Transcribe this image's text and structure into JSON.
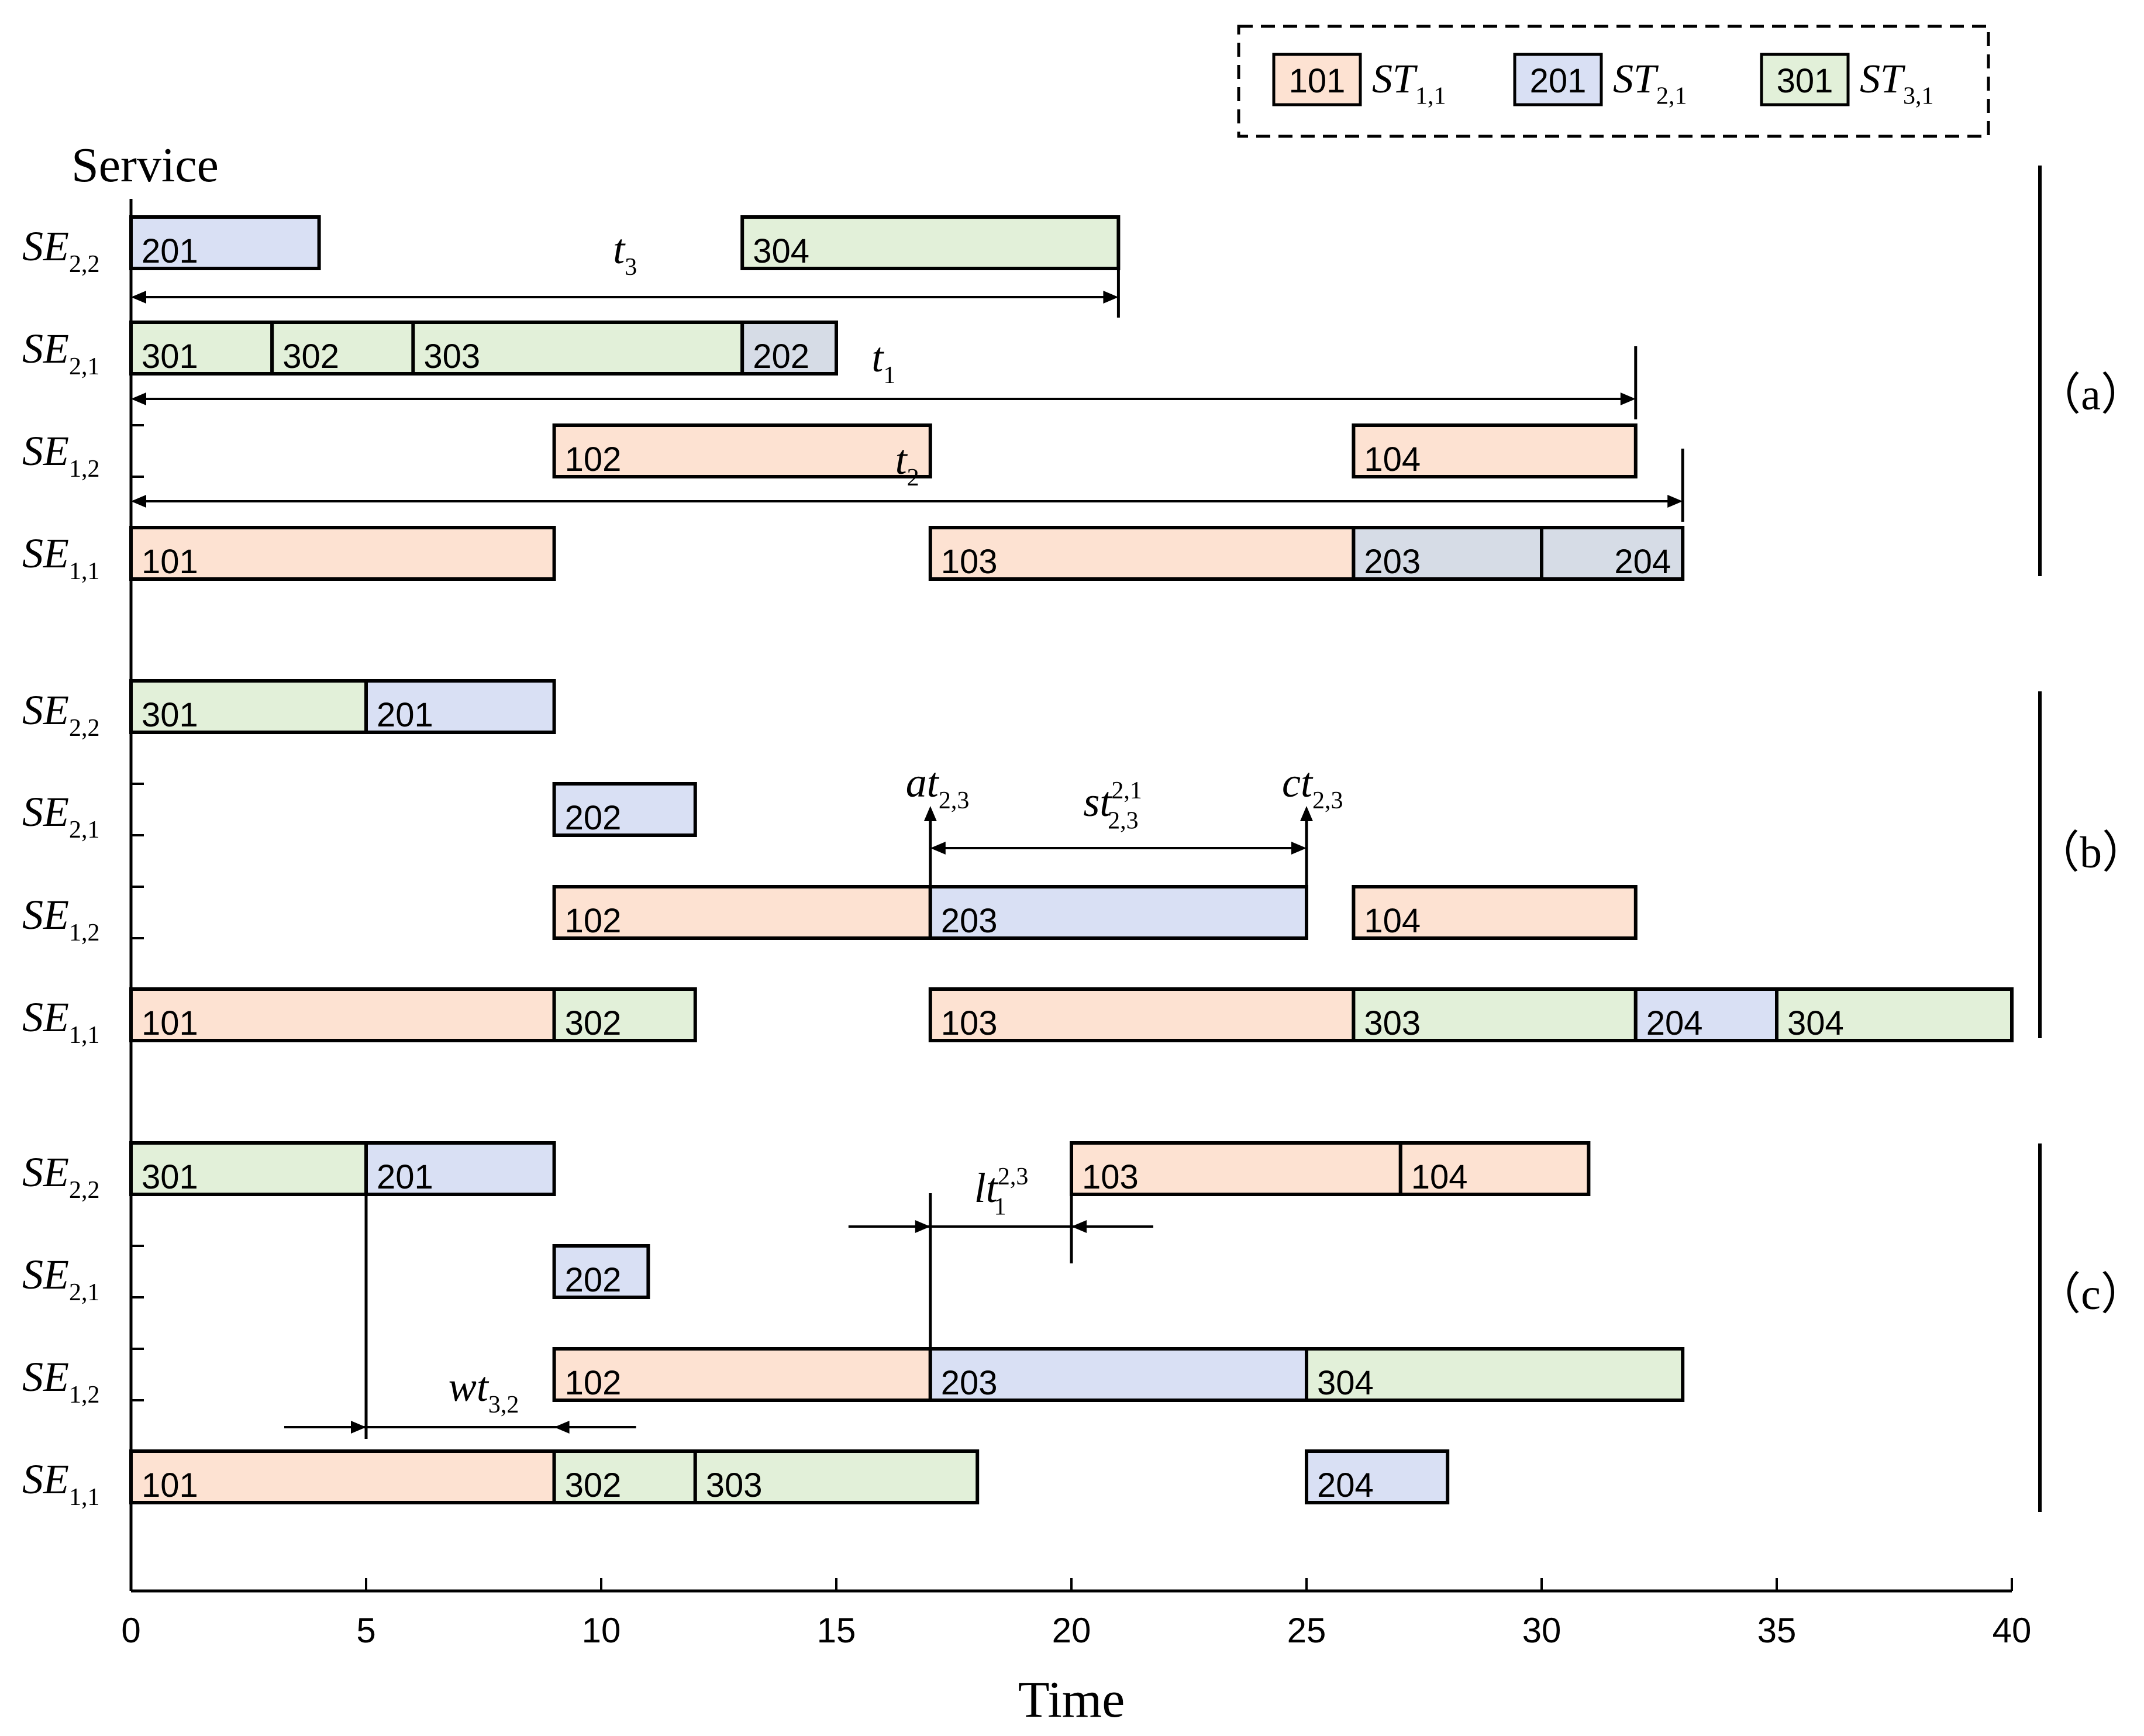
{
  "chart_data": {
    "type": "gantt",
    "xlabel": "Time",
    "ylabel": "Service",
    "xlim": [
      0,
      40
    ],
    "xticks": [
      0,
      5,
      10,
      15,
      20,
      25,
      30,
      35,
      40
    ],
    "colors": {
      "ST1": "#fde2d2",
      "ST2": "#d9e0f4",
      "ST3": "#e2f0d9",
      "grey": "#d6dce6"
    },
    "legend": [
      {
        "code": "101",
        "label": "ST",
        "sub": "1,1",
        "color": "ST1"
      },
      {
        "code": "201",
        "label": "ST",
        "sub": "2,1",
        "color": "ST2"
      },
      {
        "code": "301",
        "label": "ST",
        "sub": "3,1",
        "color": "ST3"
      }
    ],
    "panels": [
      {
        "tag": "（a）",
        "rows": [
          {
            "label": "SE",
            "sub": "2,2",
            "tasks": [
              {
                "id": "201",
                "start": 0,
                "end": 4,
                "color": "ST2"
              },
              {
                "id": "304",
                "start": 13,
                "end": 21,
                "color": "ST3"
              }
            ]
          },
          {
            "label": "SE",
            "sub": "2,1",
            "tasks": [
              {
                "id": "301",
                "start": 0,
                "end": 3,
                "color": "ST3"
              },
              {
                "id": "302",
                "start": 3,
                "end": 6,
                "color": "ST3"
              },
              {
                "id": "303",
                "start": 6,
                "end": 13,
                "color": "ST3"
              },
              {
                "id": "202",
                "start": 13,
                "end": 15,
                "color": "grey"
              }
            ]
          },
          {
            "label": "SE",
            "sub": "1,2",
            "tasks": [
              {
                "id": "102",
                "start": 9,
                "end": 17,
                "color": "ST1"
              },
              {
                "id": "104",
                "start": 26,
                "end": 32,
                "color": "ST1"
              }
            ]
          },
          {
            "label": "SE",
            "sub": "1,1",
            "tasks": [
              {
                "id": "101",
                "start": 0,
                "end": 9,
                "color": "ST1"
              },
              {
                "id": "103",
                "start": 17,
                "end": 26,
                "color": "ST1"
              },
              {
                "id": "203",
                "start": 26,
                "end": 30,
                "color": "grey"
              },
              {
                "id": "204",
                "start": 30,
                "end": 33,
                "color": "grey"
              }
            ]
          }
        ],
        "annotations": [
          {
            "name": "t",
            "sub": "3",
            "from": 0,
            "to": 21
          },
          {
            "name": "t",
            "sub": "1",
            "from": 0,
            "to": 32
          },
          {
            "name": "t",
            "sub": "2",
            "from": 0,
            "to": 33
          }
        ]
      },
      {
        "tag": "（b）",
        "rows": [
          {
            "label": "SE",
            "sub": "2,2",
            "tasks": [
              {
                "id": "301",
                "start": 0,
                "end": 5,
                "color": "ST3"
              },
              {
                "id": "201",
                "start": 5,
                "end": 9,
                "color": "ST2"
              }
            ]
          },
          {
            "label": "SE",
            "sub": "2,1",
            "tasks": [
              {
                "id": "202",
                "start": 9,
                "end": 12,
                "color": "ST2"
              }
            ]
          },
          {
            "label": "SE",
            "sub": "1,2",
            "tasks": [
              {
                "id": "102",
                "start": 9,
                "end": 17,
                "color": "ST1"
              },
              {
                "id": "203",
                "start": 17,
                "end": 25,
                "color": "ST2"
              },
              {
                "id": "104",
                "start": 26,
                "end": 32,
                "color": "ST1"
              }
            ]
          },
          {
            "label": "SE",
            "sub": "1,1",
            "tasks": [
              {
                "id": "101",
                "start": 0,
                "end": 9,
                "color": "ST1"
              },
              {
                "id": "302",
                "start": 9,
                "end": 12,
                "color": "ST3"
              },
              {
                "id": "103",
                "start": 17,
                "end": 26,
                "color": "ST1"
              },
              {
                "id": "303",
                "start": 26,
                "end": 32,
                "color": "ST3"
              },
              {
                "id": "204",
                "start": 32,
                "end": 35,
                "color": "ST2"
              },
              {
                "id": "304",
                "start": 35,
                "end": 40,
                "color": "ST3"
              }
            ]
          }
        ],
        "annotations": [
          {
            "name": "at",
            "sub": "2,3",
            "at": 17
          },
          {
            "name": "st",
            "sub": "2,3",
            "sup": "2,1",
            "from": 17,
            "to": 25
          },
          {
            "name": "ct",
            "sub": "2,3",
            "at": 25
          }
        ]
      },
      {
        "tag": "（c）",
        "rows": [
          {
            "label": "SE",
            "sub": "2,2",
            "tasks": [
              {
                "id": "301",
                "start": 0,
                "end": 5,
                "color": "ST3"
              },
              {
                "id": "201",
                "start": 5,
                "end": 9,
                "color": "ST2"
              },
              {
                "id": "103",
                "start": 20,
                "end": 27,
                "color": "ST1"
              },
              {
                "id": "104",
                "start": 27,
                "end": 31,
                "color": "ST1"
              }
            ]
          },
          {
            "label": "SE",
            "sub": "2,1",
            "tasks": [
              {
                "id": "202",
                "start": 9,
                "end": 11,
                "color": "ST2"
              }
            ]
          },
          {
            "label": "SE",
            "sub": "1,2",
            "tasks": [
              {
                "id": "102",
                "start": 9,
                "end": 17,
                "color": "ST1"
              },
              {
                "id": "203",
                "start": 17,
                "end": 25,
                "color": "ST2"
              },
              {
                "id": "304",
                "start": 25,
                "end": 33,
                "color": "ST3"
              }
            ]
          },
          {
            "label": "SE",
            "sub": "1,1",
            "tasks": [
              {
                "id": "101",
                "start": 0,
                "end": 9,
                "color": "ST1"
              },
              {
                "id": "302",
                "start": 9,
                "end": 12,
                "color": "ST3"
              },
              {
                "id": "303",
                "start": 12,
                "end": 18,
                "color": "ST3"
              },
              {
                "id": "204",
                "start": 25,
                "end": 28,
                "color": "ST2"
              }
            ]
          }
        ],
        "annotations": [
          {
            "name": "lt",
            "sub": "1",
            "sup": "2,3",
            "from": 17,
            "to": 20
          },
          {
            "name": "wt",
            "sub": "3,2",
            "from": 5,
            "to": 9
          }
        ]
      }
    ]
  }
}
